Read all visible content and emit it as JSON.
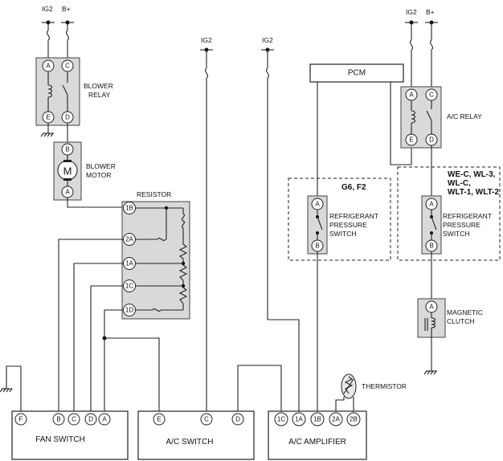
{
  "power": {
    "ig2": "IG2",
    "bplus": "B+"
  },
  "blower_relay": {
    "label1": "BLOWER",
    "label2": "RELAY",
    "pins": [
      "A",
      "C",
      "E",
      "D"
    ]
  },
  "blower_motor": {
    "label1": "BLOWER",
    "label2": "MOTOR",
    "symbol": "M",
    "pins": [
      "B",
      "A"
    ]
  },
  "resistor": {
    "label": "RESISTOR",
    "pins": [
      "1B",
      "2A",
      "1A",
      "1C",
      "1D"
    ]
  },
  "pcm": {
    "label": "PCM"
  },
  "ac_relay": {
    "label": "A/C RELAY",
    "pins": [
      "A",
      "C",
      "E",
      "D"
    ]
  },
  "group_left": {
    "title": "G6, F2"
  },
  "group_right": {
    "title1": "WE-C, WL-3,",
    "title2": "WL-C,",
    "title3": "WLT-1, WLT-2"
  },
  "refrigerant_switch": {
    "l1": "REFRIGERANT",
    "l2": "PRESSURE",
    "l3": "SWITCH",
    "pins": [
      "A",
      "B"
    ]
  },
  "magnetic_clutch": {
    "l1": "MAGNETIC",
    "l2": "CLUTCH",
    "pin": "A"
  },
  "thermistor": {
    "label": "THERMISTOR"
  },
  "fan_switch": {
    "label": "FAN SWITCH",
    "pins": [
      "F",
      "B",
      "C",
      "D",
      "A"
    ]
  },
  "ac_switch": {
    "label": "A/C SWITCH",
    "pins": [
      "E",
      "C",
      "D"
    ]
  },
  "ac_amplifier": {
    "label": "A/C AMPLIFIER",
    "pins": [
      "1C",
      "1A",
      "1B",
      "2A",
      "2B"
    ]
  }
}
